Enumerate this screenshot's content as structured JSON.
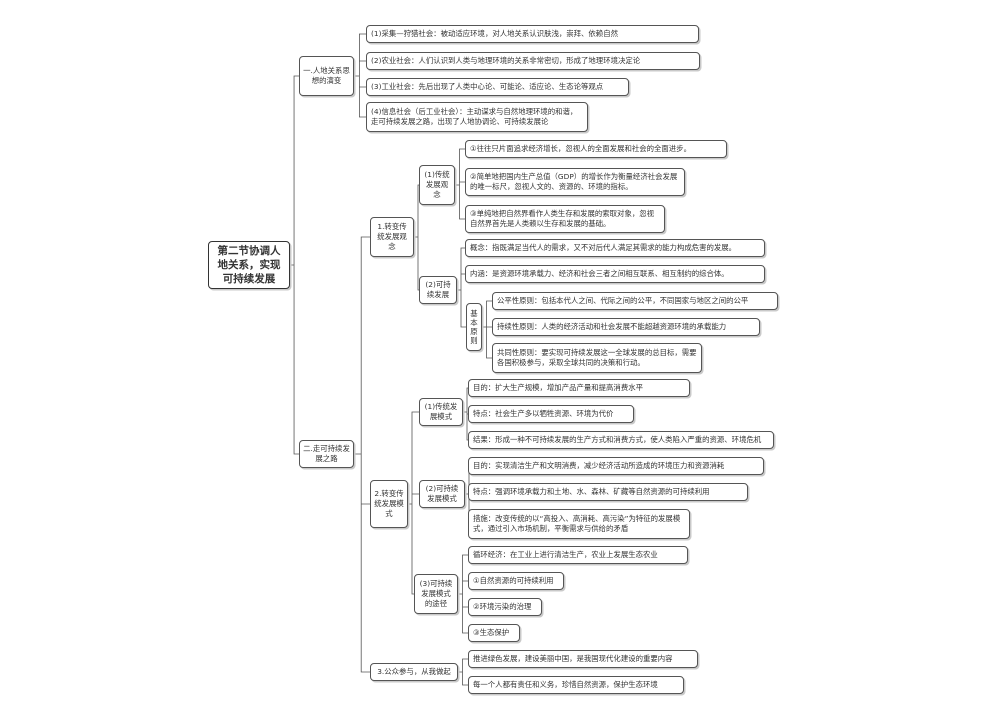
{
  "root": {
    "label": "第二节协调人地关系，实现可持续发展"
  },
  "branch1": {
    "label": "一.人地关系思想的演变",
    "items": [
      "(1)采集—狩猎社会：被动适应环境，对人地关系认识肤浅，崇拜、依赖自然",
      "(2)农业社会：人们认识到人类与地理环境的关系非常密切，形成了地理环境决定论",
      "(3)工业社会：先后出现了人类中心论、可能论、适应论、生态论等观点",
      "(4)信息社会（后工业社会）：主动谋求与自然地理环境的和谐，走可持续发展之路，出现了人地协调论、可持续发展论"
    ]
  },
  "branch2": {
    "label": "二.走可持续发展之路",
    "sub1": {
      "label": "1.转变传统发展观念",
      "traditional": {
        "label": "(1)传统发展观念",
        "items": [
          "①往往只片面追求经济增长，忽视人的全面发展和社会的全面进步。",
          "②简单地把国内生产总值（GDP）的增长作为衡量经济社会发展的唯一标尺，忽视人文的、资源的、环境的指标。",
          "③单纯地把自然界看作人类生存和发展的索取对象，忽视自然界首先是人类赖以生存和发展的基础。"
        ]
      },
      "sustainable": {
        "label": "(2)可持续发展",
        "concept": "概念：指既满足当代人的需求，又不对后代人满足其需求的能力构成危害的发展。",
        "connotation": "内涵：是资源环境承载力、经济和社会三者之间相互联系、相互制约的综合体。",
        "principles_label": "基本原则",
        "principles": [
          "公平性原则：包括本代人之间、代际之间的公平，不同国家与地区之间的公平",
          "持续性原则：人类的经济活动和社会发展不能超越资源环境的承载能力",
          "共同性原则：要实现可持续发展这一全球发展的总目标，需要各国积极参与，采取全球共同的决策和行动。"
        ]
      }
    },
    "sub2": {
      "label": "2.转变传统发展模式",
      "traditional_mode": {
        "label": "(1)传统发展模式",
        "items": [
          "目的：扩大生产规模，增加产品产量和提高消费水平",
          "特点：社会生产多以牺牲资源、环境为代价",
          "结果：形成一种不可持续发展的生产方式和消费方式，使人类陷入严重的资源、环境危机"
        ]
      },
      "sustainable_mode": {
        "label": "(2)可持续发展模式",
        "items": [
          "目的：实现清洁生产和文明消费，减少经济活动所造成的环境压力和资源消耗",
          "特点：强调环境承载力和土地、水、森林、矿藏等自然资源的可持续利用",
          "措施：改变传统的以“高投入、高消耗、高污染”为特征的发展模式，通过引入市场机制，平衡需求与供给的矛盾"
        ]
      },
      "paths": {
        "label": "(3)可持续发展模式的途径",
        "items": [
          "循环经济：在工业上进行清洁生产，农业上发展生态农业",
          "①自然资源的可持续利用",
          "②环境污染的治理",
          "③生态保护"
        ]
      }
    },
    "sub3": {
      "label": "3.公众参与，从我做起",
      "items": [
        "推进绿色发展，建设美丽中国，是我国现代化建设的重要内容",
        "每一个人都有责任和义务，珍惜自然资源，保护生态环境"
      ]
    }
  }
}
